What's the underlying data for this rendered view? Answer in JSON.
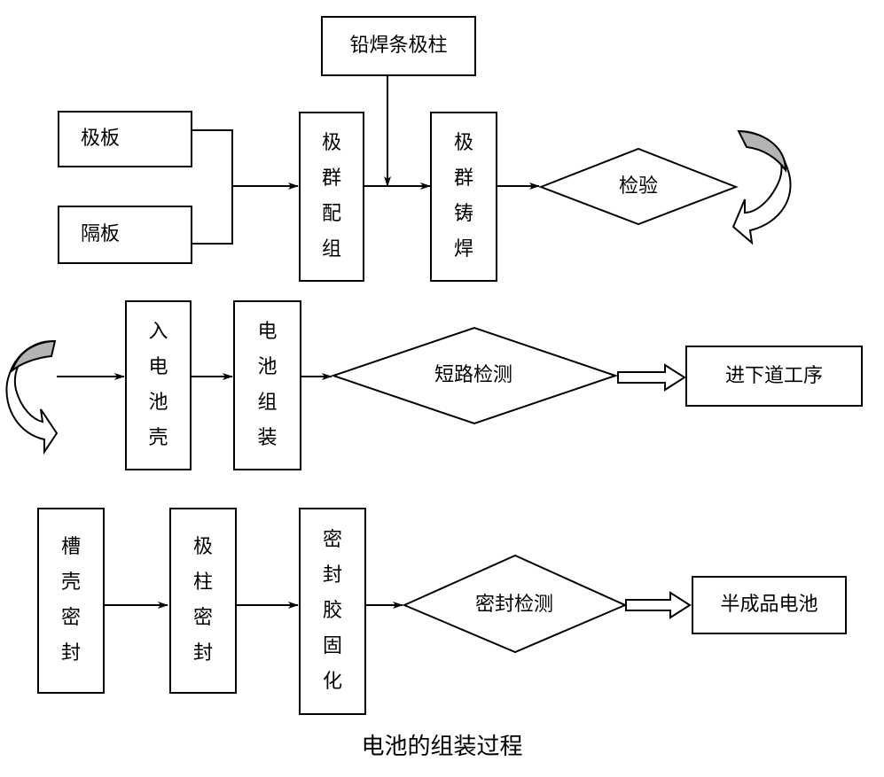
{
  "title": "电池的组装过程",
  "row1": {
    "lead_weld": "铅焊条极柱",
    "plate": "极板",
    "separator": "隔板",
    "group_match": [
      "极",
      "群",
      "配",
      "组"
    ],
    "group_weld": [
      "极",
      "群",
      "铸",
      "焊"
    ],
    "inspect": "检验"
  },
  "row2": {
    "into_case": [
      "入",
      "电",
      "池",
      "壳"
    ],
    "assembly": [
      "电",
      "池",
      "组",
      "装"
    ],
    "short_test": "短路检测",
    "next_step": "进下道工序"
  },
  "row3": {
    "slot_seal": [
      "槽",
      "壳",
      "密",
      "封"
    ],
    "pole_seal": [
      "极",
      "柱",
      "密",
      "封"
    ],
    "glue_cure": [
      "密",
      "封",
      "胶",
      "固",
      "化"
    ],
    "seal_test": "密封检测",
    "semi_finished": "半成品电池"
  }
}
